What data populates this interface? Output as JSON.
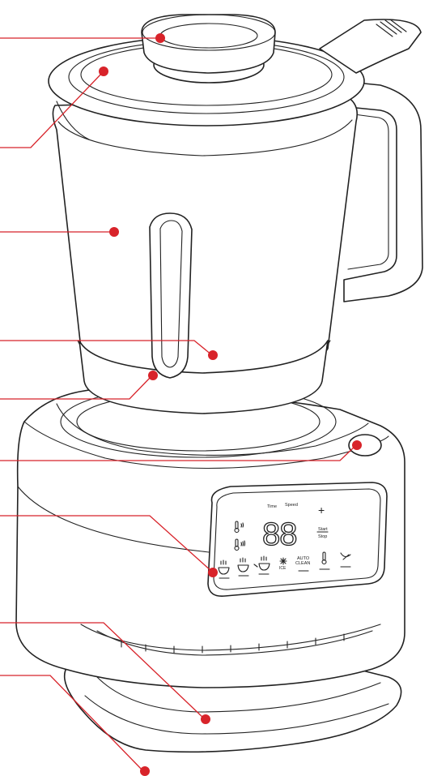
{
  "colors": {
    "outline": "#222222",
    "leader": "#d8232a",
    "background": "#ffffff"
  },
  "panel": {
    "time_label": "Time",
    "speed_label": "Speed",
    "display": "88",
    "plus": "+",
    "minus": "—",
    "start": "Start",
    "stop": "Stop",
    "ice": "ICE",
    "auto": "AUTO",
    "clean": "CLEAN"
  },
  "callouts": [
    {
      "id": "measuring-cap"
    },
    {
      "id": "lid"
    },
    {
      "id": "jar"
    },
    {
      "id": "heating-element"
    },
    {
      "id": "jar-base-ring"
    },
    {
      "id": "jar-sensor"
    },
    {
      "id": "control-panel"
    },
    {
      "id": "motor-base"
    },
    {
      "id": "non-slip-feet"
    }
  ]
}
